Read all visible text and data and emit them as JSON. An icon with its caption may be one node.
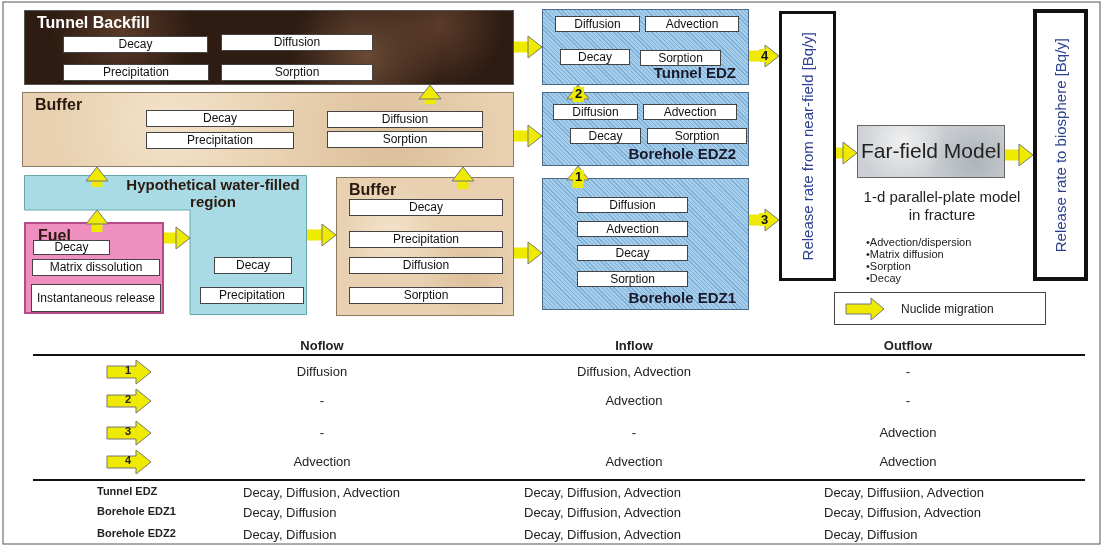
{
  "diagram": {
    "nodes": [
      {
        "text": [
          "Tunnel Backfill"
        ]
      },
      {
        "text": [
          "Decay"
        ],
        "in": 0
      },
      {
        "text": [
          "Diffusion"
        ],
        "in": 0
      },
      {
        "text": [
          "Precipitation"
        ],
        "in": 0
      },
      {
        "text": [
          "Sorption"
        ],
        "in": 0
      },
      {
        "text": [
          "Buffer"
        ]
      },
      {
        "text": [
          "Decay"
        ],
        "in": 5
      },
      {
        "text": [
          "Diffusion"
        ],
        "in": 5
      },
      {
        "text": [
          "Precipitation"
        ],
        "in": 5
      },
      {
        "text": [
          "Sorption"
        ],
        "in": 5
      },
      {
        "text": [
          "Hypothetical water-filled region"
        ]
      },
      {
        "text": [
          "Fuel"
        ]
      },
      {
        "text": [
          "Decay"
        ],
        "in": 11
      },
      {
        "text": [
          "Matrix dissolution"
        ],
        "in": 11
      },
      {
        "text": [
          "Instantaneous release"
        ],
        "in": 11
      },
      {
        "text": [
          "Decay"
        ],
        "in": 10
      },
      {
        "text": [
          "Precipitation"
        ],
        "in": 10
      },
      {
        "text": [
          "Buffer"
        ]
      },
      {
        "text": [
          "Decay"
        ],
        "in": 17
      },
      {
        "text": [
          "Precipitation"
        ],
        "in": 17
      },
      {
        "text": [
          "Diffusion"
        ],
        "in": 17
      },
      {
        "text": [
          "Sorption"
        ],
        "in": 17
      },
      {
        "text": [
          "Tunnel EDZ"
        ]
      },
      {
        "text": [
          "Diffusion"
        ],
        "in": 22
      },
      {
        "text": [
          "Advection"
        ],
        "in": 22
      },
      {
        "text": [
          "Decay"
        ],
        "in": 22
      },
      {
        "text": [
          "Sorption"
        ],
        "in": 22
      },
      {
        "text": [
          "Borehole EDZ2"
        ]
      },
      {
        "text": [
          "Diffusion"
        ],
        "in": 27
      },
      {
        "text": [
          "Advection"
        ],
        "in": 27
      },
      {
        "text": [
          "Decay"
        ],
        "in": 27
      },
      {
        "text": [
          "Sorption"
        ],
        "in": 27
      },
      {
        "text": [
          "Borehole EDZ1"
        ]
      },
      {
        "text": [
          "Diffusion"
        ],
        "in": 32
      },
      {
        "text": [
          "Advection"
        ],
        "in": 32
      },
      {
        "text": [
          "Decay"
        ],
        "in": 32
      },
      {
        "text": [
          "Sorption"
        ],
        "in": 32
      },
      {
        "text": [
          "Release rate from near-field [Bq/y]"
        ]
      },
      {
        "text": [
          "Far-field Model"
        ],
        "beside": [
          "1-d parallel-plate model in fracture",
          "•Advection/dispersion",
          "•Matrix diffusion",
          "•Sorption",
          "•Decay"
        ]
      },
      {
        "text": [
          "Release rate to biosphere [Bq/y]"
        ]
      }
    ],
    "edges": [
      {
        "from": 11,
        "to": 10,
        "arrow": "to"
      },
      {
        "from": 10,
        "to": 5,
        "arrow": "to"
      },
      {
        "from": 11,
        "to": 10,
        "arrow": "to"
      },
      {
        "from": 10,
        "to": 17,
        "arrow": "to"
      },
      {
        "from": 17,
        "to": 5,
        "arrow": "to"
      },
      {
        "from": 5,
        "to": 0,
        "arrow": "to"
      },
      {
        "from": 0,
        "to": 22,
        "arrow": "to"
      },
      {
        "from": 5,
        "to": 27,
        "arrow": "to"
      },
      {
        "from": 17,
        "to": 32,
        "arrow": "to"
      },
      {
        "from": 32,
        "to": 27,
        "arrow": "to",
        "label": "1"
      },
      {
        "from": 27,
        "to": 22,
        "arrow": "to",
        "label": "2"
      },
      {
        "from": 32,
        "to": 37,
        "arrow": "to",
        "label": "3"
      },
      {
        "from": 22,
        "to": 37,
        "arrow": "to",
        "label": "4"
      },
      {
        "from": 37,
        "to": 38,
        "arrow": "to"
      },
      {
        "from": 38,
        "to": 39,
        "arrow": "to"
      }
    ],
    "labels": [
      "Noflow",
      "Inflow",
      "Outflow",
      "1",
      "Diffusion",
      "Diffusion, Advection",
      "-",
      "2",
      "-",
      "Advection",
      "-",
      "3",
      "-",
      "-",
      "Advection",
      "4",
      "Advection",
      "Advection",
      "Advection",
      "Tunnel EDZ",
      "Decay, Diffusion, Advection",
      "Decay, Diffusion, Advection",
      "Decay, Diffusiion, Advection",
      "Borehole EDZ1",
      "Decay, Diffusion",
      "Decay, Diffusion, Advection",
      "Decay, Diffusion, Advection",
      "Borehole EDZ2",
      "Decay, Diffusion",
      "Decay, Diffusion, Advection",
      "Decay, Diffusion"
    ],
    "legend": [
      {
        "text": "Nuclide migration"
      }
    ]
  }
}
